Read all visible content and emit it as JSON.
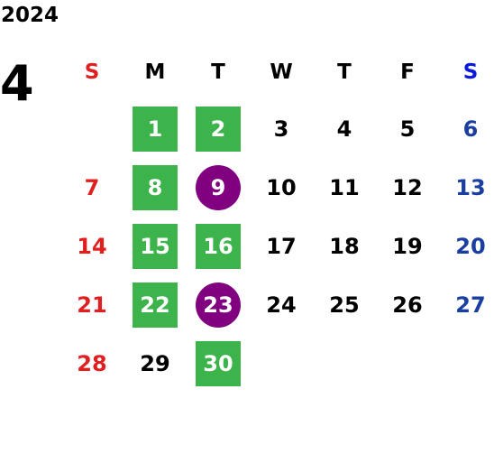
{
  "calendar": {
    "year": "2024",
    "month": "4",
    "weekdays": [
      "S",
      "M",
      "T",
      "W",
      "T",
      "F",
      "S"
    ],
    "weeks": [
      [
        {
          "day": "",
          "style": "plain"
        },
        {
          "day": "1",
          "style": "green"
        },
        {
          "day": "2",
          "style": "green"
        },
        {
          "day": "3",
          "style": "plain"
        },
        {
          "day": "4",
          "style": "plain"
        },
        {
          "day": "5",
          "style": "plain"
        },
        {
          "day": "6",
          "style": "plain"
        }
      ],
      [
        {
          "day": "7",
          "style": "plain"
        },
        {
          "day": "8",
          "style": "green"
        },
        {
          "day": "9",
          "style": "purple"
        },
        {
          "day": "10",
          "style": "plain"
        },
        {
          "day": "11",
          "style": "plain"
        },
        {
          "day": "12",
          "style": "plain"
        },
        {
          "day": "13",
          "style": "plain"
        }
      ],
      [
        {
          "day": "14",
          "style": "plain"
        },
        {
          "day": "15",
          "style": "green"
        },
        {
          "day": "16",
          "style": "green"
        },
        {
          "day": "17",
          "style": "plain"
        },
        {
          "day": "18",
          "style": "plain"
        },
        {
          "day": "19",
          "style": "plain"
        },
        {
          "day": "20",
          "style": "plain"
        }
      ],
      [
        {
          "day": "21",
          "style": "plain"
        },
        {
          "day": "22",
          "style": "green"
        },
        {
          "day": "23",
          "style": "purple"
        },
        {
          "day": "24",
          "style": "plain"
        },
        {
          "day": "25",
          "style": "plain"
        },
        {
          "day": "26",
          "style": "plain"
        },
        {
          "day": "27",
          "style": "plain"
        }
      ],
      [
        {
          "day": "28",
          "style": "plain"
        },
        {
          "day": "29",
          "style": "plain"
        },
        {
          "day": "30",
          "style": "green"
        },
        {
          "day": "",
          "style": "plain"
        },
        {
          "day": "",
          "style": "plain"
        },
        {
          "day": "",
          "style": "plain"
        },
        {
          "day": "",
          "style": "plain"
        }
      ]
    ]
  },
  "colors": {
    "sunday": "#e02020",
    "saturday_header": "#0a1ad8",
    "saturday": "#1a3fa0",
    "green_mark": "#3cb44b",
    "purple_mark": "#800080",
    "text": "#000000"
  }
}
